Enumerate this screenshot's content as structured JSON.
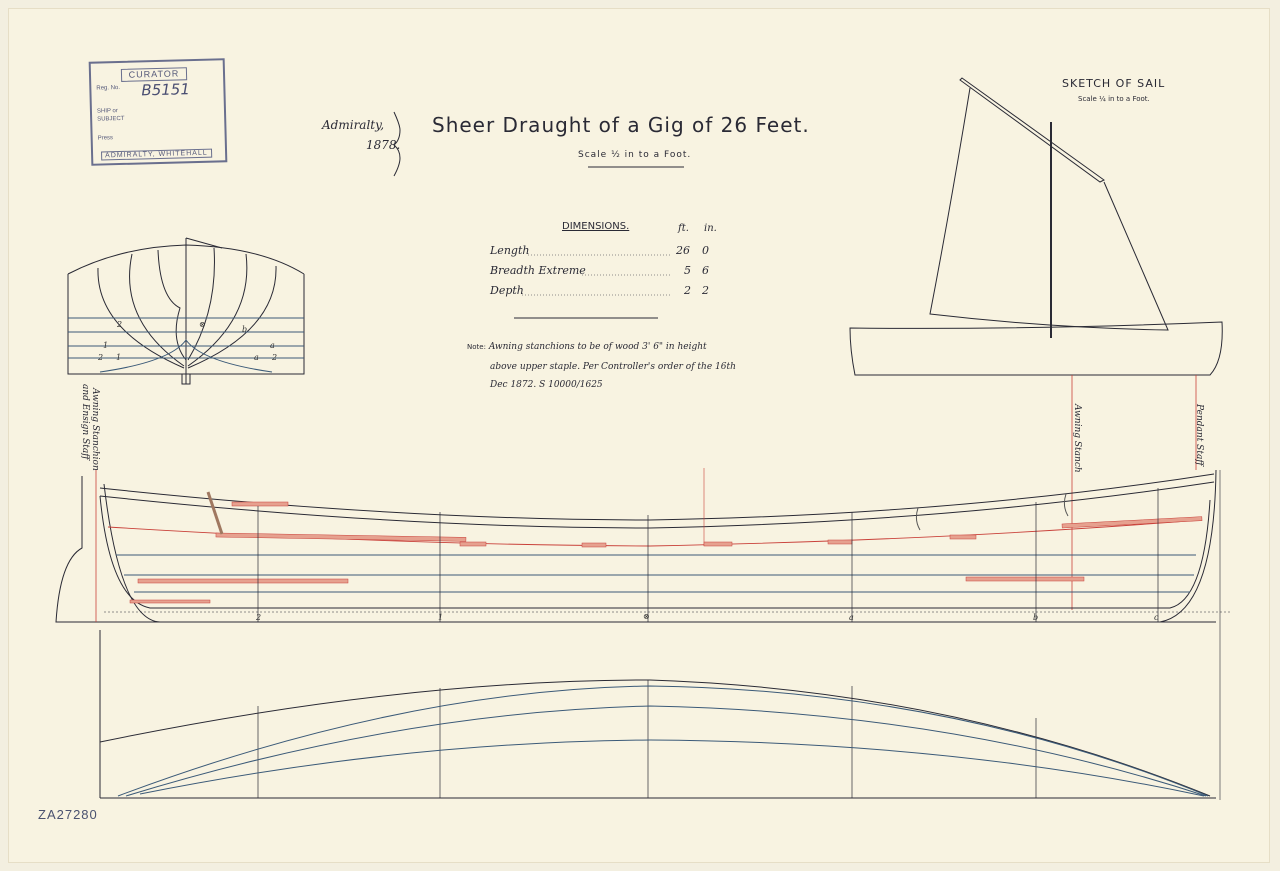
{
  "stamp": {
    "header": "CURATOR",
    "reg_label": "Reg. No.",
    "reg_number": "B5151",
    "ship_label": "SHIP or",
    "subject_label": "SUBJECT",
    "press_label": "Press",
    "footer": "ADMIRALTY, WHITEHALL"
  },
  "header": {
    "admiralty": "Admiralty,",
    "year": "1878.",
    "title": "Sheer Draught of a Gig of 26 Feet.",
    "scale": "Scale ½ in to a Foot."
  },
  "sail": {
    "title": "SKETCH OF SAIL",
    "scale": "Scale ¼ in to a Foot."
  },
  "dimensions": {
    "heading": "DIMENSIONS.",
    "unit_ft": "ft.",
    "unit_in": "in.",
    "rows": [
      {
        "label": "Length",
        "ft": "26",
        "in": "0"
      },
      {
        "label": "Breadth Extreme",
        "ft": "5",
        "in": "6"
      },
      {
        "label": "Depth",
        "ft": "2",
        "in": "2"
      }
    ]
  },
  "note": {
    "prefix": "Note:",
    "line1": "Awning stanchions to be of wood 3' 6\" in height",
    "line2": "above upper staple. Per Controller's order of the 16th",
    "line3": "Dec 1872. S 10000/1625"
  },
  "labels": {
    "awning_stanchion": "Awning Stanchion",
    "ensign_staff": "and Ensign Staff",
    "awning_stanch": "Awning Stanch",
    "pendant_staff": "Pendant Staff"
  },
  "stations": [
    "2",
    "1",
    "⊗",
    "a",
    "b",
    "c"
  ],
  "body_plan_stations": [
    "2",
    "1",
    "⊗",
    "b",
    "a",
    "2",
    "1",
    "a",
    "2"
  ],
  "reference": "ZA27280",
  "colors": {
    "ink": "#2a2a35",
    "blue_line": "#3b5a78",
    "red_line": "#c9413a",
    "red_fill": "#e6a18f"
  }
}
